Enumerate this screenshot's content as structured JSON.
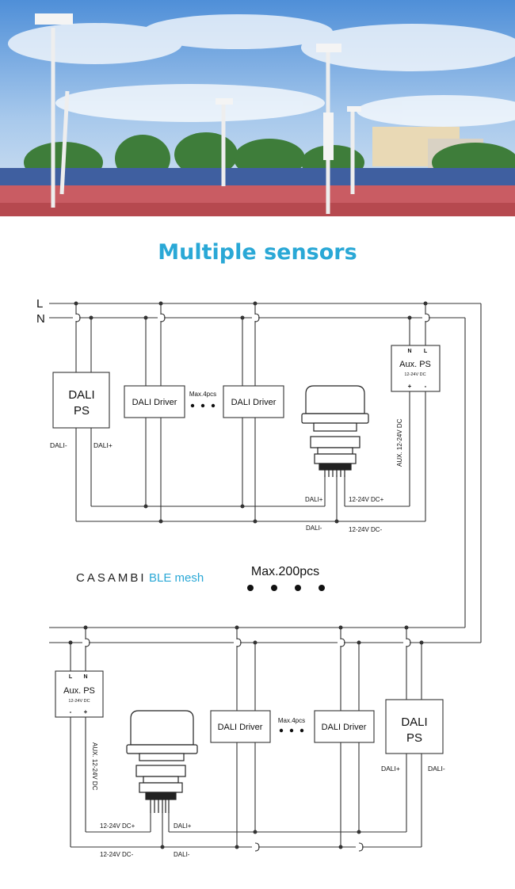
{
  "title": "Multiple sensors",
  "colors": {
    "title": "#2aa8d6",
    "brand": "#2aa8d6",
    "line": "#333333",
    "text": "#111111"
  },
  "lines": {
    "l": "L",
    "n": "N"
  },
  "dali_ps": [
    "DALI",
    "PS"
  ],
  "dali_driver": "DALI Driver",
  "max_drivers": "Max.4pcs",
  "aux_ps": {
    "heading": "Aux. PS",
    "voltage": "12-24V DC",
    "plus": "+",
    "minus": "-",
    "n": "N",
    "l": "L"
  },
  "terminals": {
    "dali_minus": "DALI-",
    "dali_plus": "DALI+",
    "dc_plus": "12-24V DC+",
    "dc_minus": "12-24V DC-",
    "aux_dc": "AUX. 12-24V DC"
  },
  "brand": {
    "name": "CASAMBI",
    "mesh": "BLE mesh"
  },
  "max_sensors": "Max.200pcs"
}
